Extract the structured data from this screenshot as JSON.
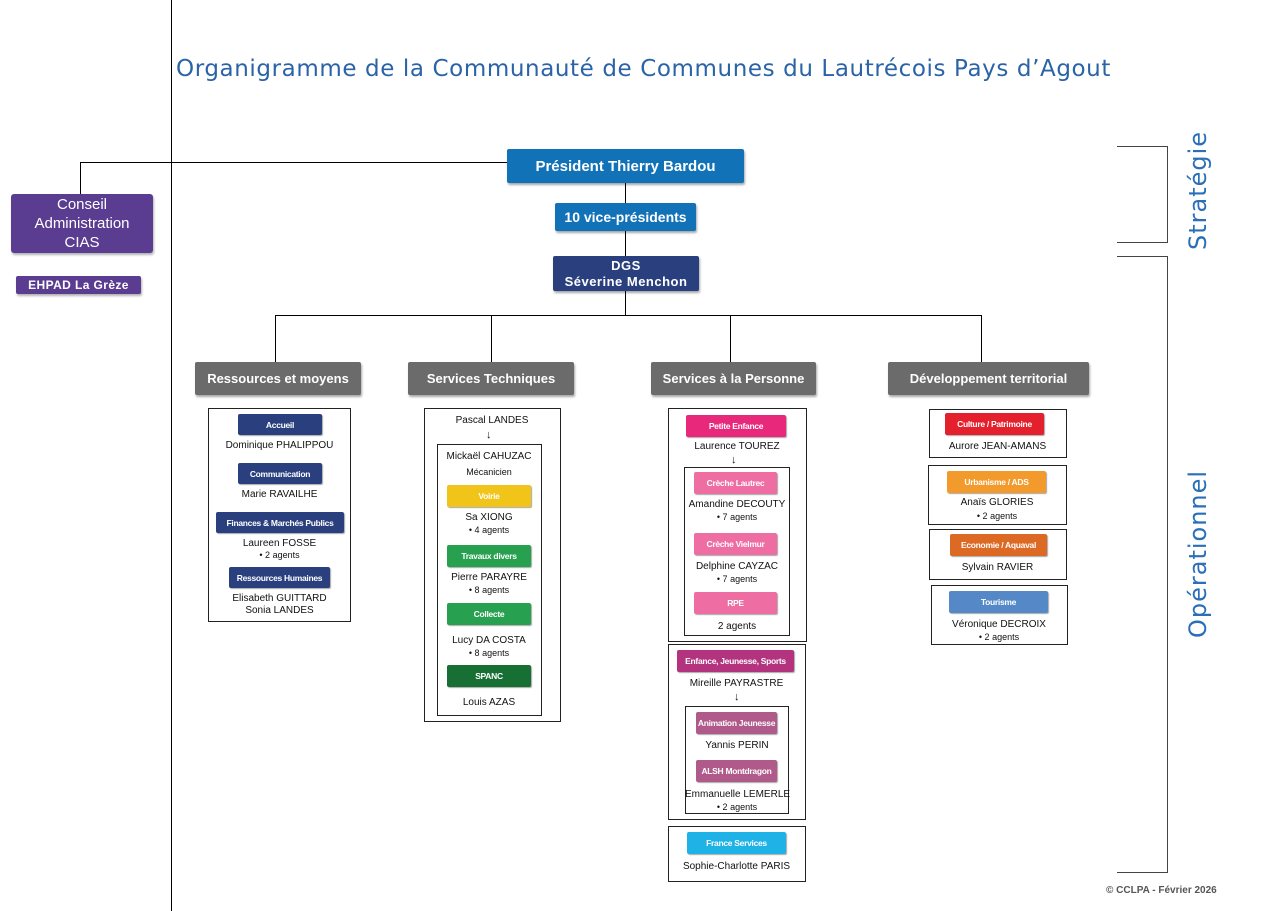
{
  "title": "Organigramme de la Communauté de Communes du Lautrécois Pays d’Agout",
  "president": "Président Thierry Bardou",
  "vice": "10 vice-présidents",
  "dgs_1": "DGS",
  "dgs_2": "Séverine Menchon",
  "conseil": [
    "Conseil",
    "Administration",
    "CIAS"
  ],
  "ehpad": "EHPAD La Grèze",
  "strategie": "Stratégie",
  "operationnel": "Opérationnel",
  "copyright": "© CCLPA - Février 2026",
  "colors": {
    "title": "#2a63a7",
    "blue": "#1272b8",
    "navy": "#2a3f7e",
    "purple": "#5a3d90",
    "dept": "#6b6b6b",
    "yellow": "#f0c419",
    "green": "#27a050",
    "dark_green": "#186f33",
    "pink": "#e8287a",
    "light_pink": "#ee6ea3",
    "magenta": "#b3337f",
    "mauve": "#b05a8c",
    "cyan": "#1fb2e6",
    "red": "#e4202d",
    "orange": "#f39a2c",
    "dark_orange": "#dc6a24",
    "steel": "#5588c7"
  },
  "depts": {
    "ressources": "Ressources et moyens",
    "techniques": "Services Techniques",
    "personne": "Services à la Personne",
    "developpement": "Développement territorial"
  },
  "ressources": {
    "accueil": "Accueil",
    "accueil_name": "Dominique PHALIPPOU",
    "communication": "Communication",
    "communication_name": "Marie RAVAILHE",
    "finances": "Finances & Marchés Publics",
    "finances_name": "Laureen FOSSE",
    "finances_agents": "• 2 agents",
    "rh": "Ressources Humaines",
    "rh_name1": "Elisabeth GUITTARD",
    "rh_name2": "Sonia LANDES"
  },
  "techniques": {
    "head": "Pascal LANDES",
    "meca_name": "Mickaël CAHUZAC",
    "meca_role": "Mécanicien",
    "voirie": "Voirie",
    "voirie_name": "Sa XIONG",
    "voirie_agents": "• 4 agents",
    "travaux": "Travaux divers",
    "travaux_name": "Pierre PARAYRE",
    "travaux_agents": "• 8 agents",
    "collecte": "Collecte",
    "collecte_name": "Lucy DA COSTA",
    "collecte_agents": "• 8 agents",
    "spanc": "SPANC",
    "spanc_name": "Louis AZAS"
  },
  "personne": {
    "petite": "Petite Enfance",
    "petite_name": "Laurence TOUREZ",
    "creche1": "Crèche Lautrec",
    "creche1_name": "Amandine DECOUTY",
    "creche1_agents": "• 7 agents",
    "creche2": "Crèche Vielmur",
    "creche2_name": "Delphine CAYZAC",
    "creche2_agents": "• 7 agents",
    "rpe": "RPE",
    "rpe_agents": "2 agents",
    "ejs": "Enfance, Jeunesse, Sports",
    "ejs_name": "Mireille PAYRASTRE",
    "anim": "Animation Jeunesse",
    "anim_name": "Yannis PERIN",
    "alsh": "ALSH Montdragon",
    "alsh_name": "Emmanuelle LEMERLE",
    "alsh_agents": "• 2 agents",
    "france": "France Services",
    "france_name": "Sophie-Charlotte PARIS"
  },
  "developpement": {
    "culture": "Culture / Patrimoine",
    "culture_name": "Aurore JEAN-AMANS",
    "urbanisme": "Urbanisme / ADS",
    "urbanisme_name": "Anaïs GLORIES",
    "urbanisme_agents": "• 2 agents",
    "economie": "Economie / Aquaval",
    "economie_name": "Sylvain RAVIER",
    "tourisme": "Tourisme",
    "tourisme_name": "Véronique DECROIX",
    "tourisme_agents": "• 2 agents"
  }
}
